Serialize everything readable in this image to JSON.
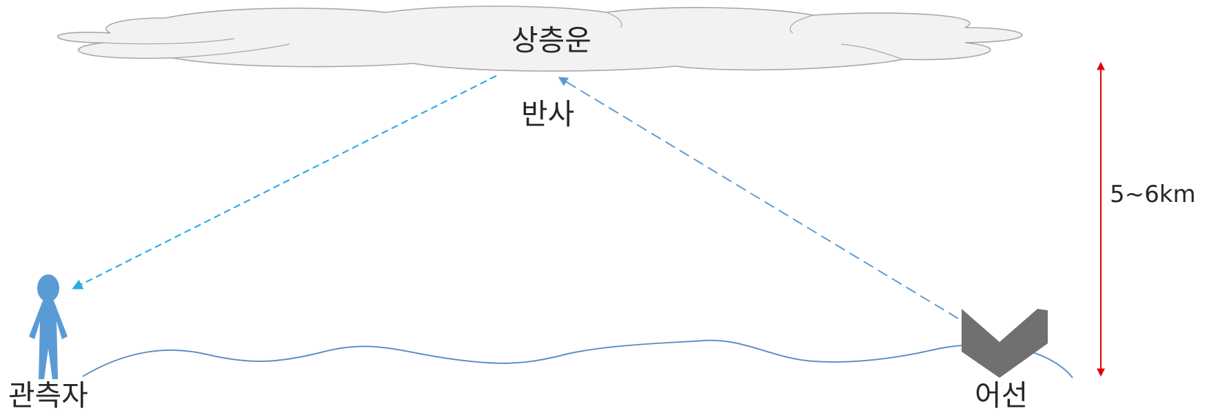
{
  "labels": {
    "cloud": "상층운",
    "reflection": "반사",
    "height": "5~6km",
    "observer": "관측자",
    "ship": "어선"
  },
  "colors": {
    "cloud_fill": "#f2f2f2",
    "cloud_stroke": "#a6a6a6",
    "observer_ray": "#29aee3",
    "ship_ray": "#5b9bd5",
    "person": "#5b9bd5",
    "sea": "#5b8fc7",
    "ship": "#707070",
    "height_arrow": "#e00000"
  },
  "icons": {
    "observer": "person-icon",
    "ship": "boat-icon"
  }
}
